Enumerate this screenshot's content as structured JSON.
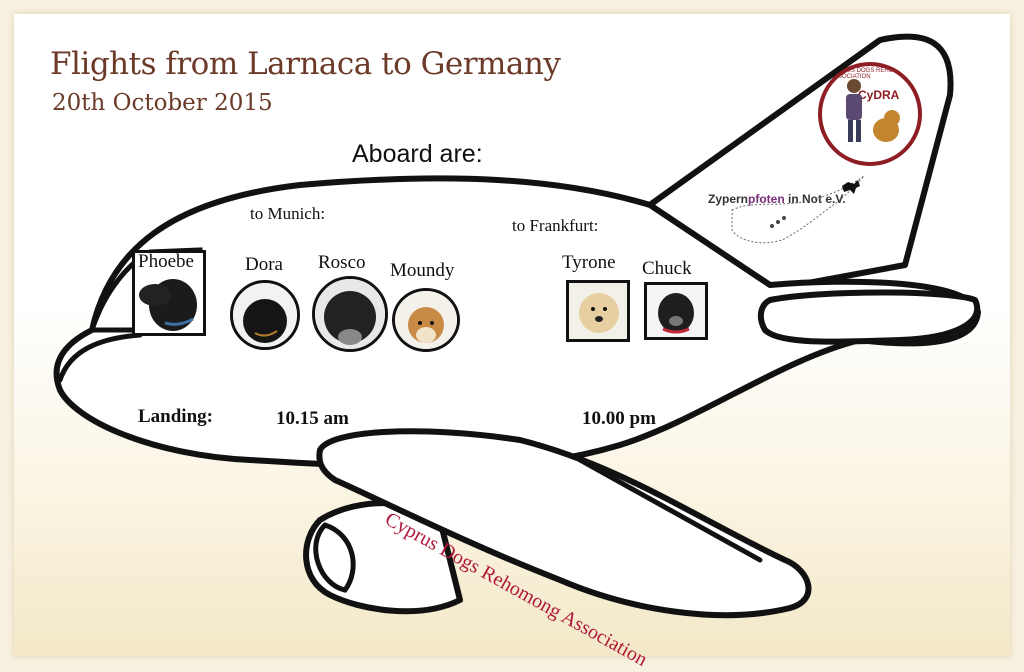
{
  "title": "Flights from Larnaca to Germany",
  "date": "20th October 2015",
  "aboard_label": "Aboard are:",
  "groups": {
    "munich": {
      "label": "to Munich:",
      "dogs": [
        "Phoebe",
        "Dora",
        "Rosco",
        "Moundy"
      ]
    },
    "frankfurt": {
      "label": "to Frankfurt:",
      "dogs": [
        "Tyrone",
        "Chuck"
      ]
    }
  },
  "landing": {
    "label": "Landing:",
    "munich_time": "10.15 am",
    "frankfurt_time": "10.00 pm"
  },
  "wing_text": "Cyprus Dogs Rehomong Association",
  "logos": {
    "cydra": {
      "name": "CyDRA",
      "ring_text": "CYPRUS DOGS REHOMING ASSOCIATION"
    },
    "zypernpfoten": {
      "part1": "Zypern",
      "part2": "pfoten",
      "part3": " in Not e.V."
    }
  },
  "colors": {
    "title": "#6b3a28",
    "wing_text": "#b0183a",
    "cydra_ring": "#8c1e24",
    "outline": "#111111"
  }
}
